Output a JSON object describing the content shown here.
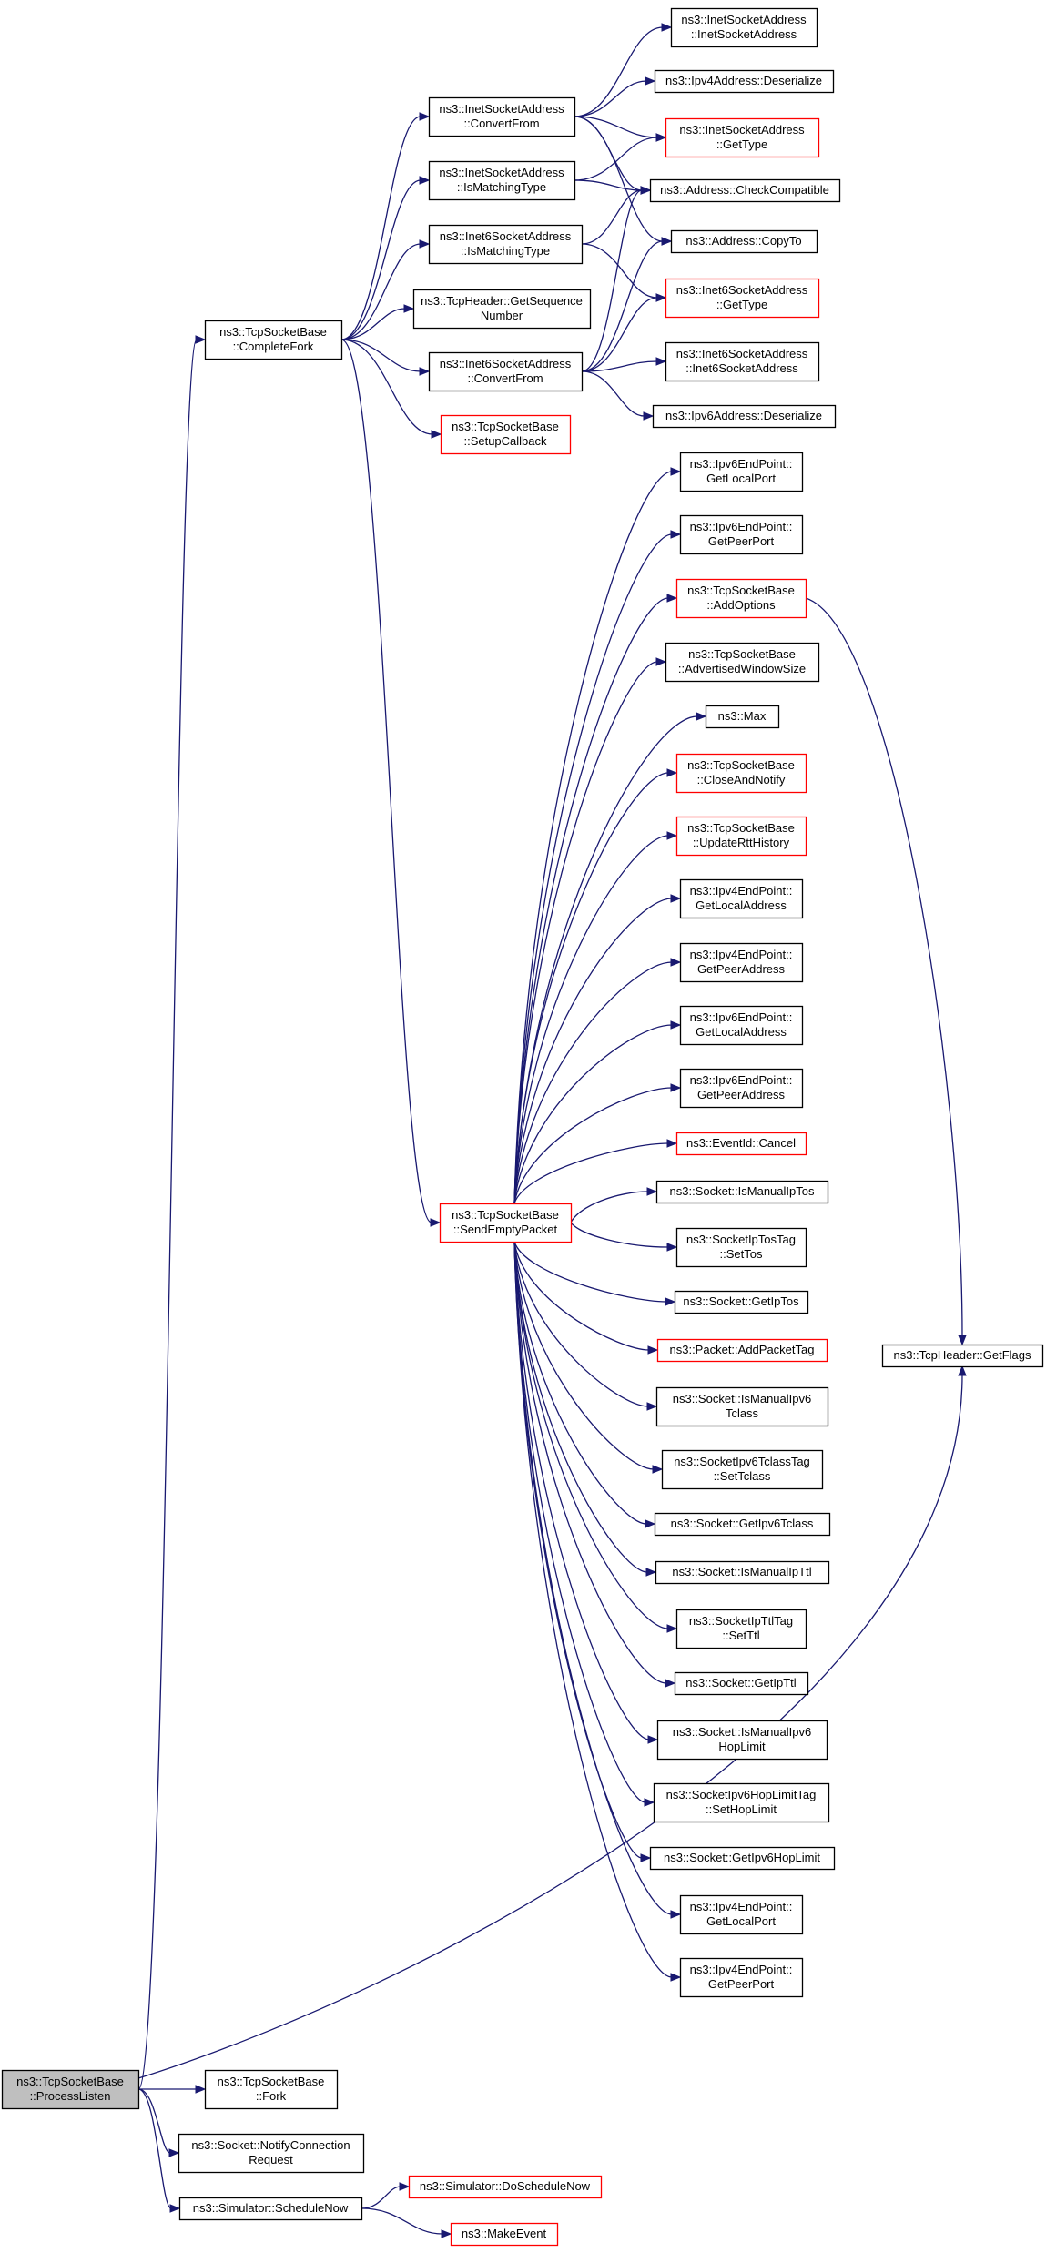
{
  "colors": {
    "edge": "#191970",
    "node_border": "#000000",
    "node_border_undocumented": "#ff0000",
    "node_fill": "#ffffff",
    "root_fill": "#bfbfbf"
  },
  "nodes": [
    {
      "id": "process_listen",
      "lines": [
        "ns3::TcpSocketBase",
        "::ProcessListen"
      ],
      "style": "root",
      "interactable": true
    },
    {
      "id": "complete_fork",
      "lines": [
        "ns3::TcpSocketBase",
        "::CompleteFork"
      ],
      "style": "normal",
      "interactable": true
    },
    {
      "id": "fork",
      "lines": [
        "ns3::TcpSocketBase",
        "::Fork"
      ],
      "style": "normal",
      "interactable": true
    },
    {
      "id": "notify_connection_request",
      "lines": [
        "ns3::Socket::NotifyConnection",
        "Request"
      ],
      "style": "normal",
      "interactable": true
    },
    {
      "id": "schedule_now",
      "lines": [
        "ns3::Simulator::ScheduleNow"
      ],
      "style": "normal",
      "interactable": true
    },
    {
      "id": "do_schedule_now",
      "lines": [
        "ns3::Simulator::DoScheduleNow"
      ],
      "style": "red",
      "interactable": true
    },
    {
      "id": "make_event",
      "lines": [
        "ns3::MakeEvent"
      ],
      "style": "red",
      "interactable": true
    },
    {
      "id": "get_flags",
      "lines": [
        "ns3::TcpHeader::GetFlags"
      ],
      "style": "normal",
      "interactable": true
    },
    {
      "id": "inet_convert_from",
      "lines": [
        "ns3::InetSocketAddress",
        "::ConvertFrom"
      ],
      "style": "normal",
      "interactable": true
    },
    {
      "id": "inet_is_matching",
      "lines": [
        "ns3::InetSocketAddress",
        "::IsMatchingType"
      ],
      "style": "normal",
      "interactable": true
    },
    {
      "id": "inet6_is_matching",
      "lines": [
        "ns3::Inet6SocketAddress",
        "::IsMatchingType"
      ],
      "style": "normal",
      "interactable": true
    },
    {
      "id": "get_sequence_number",
      "lines": [
        "ns3::TcpHeader::GetSequence",
        "Number"
      ],
      "style": "normal",
      "interactable": true
    },
    {
      "id": "inet6_convert_from",
      "lines": [
        "ns3::Inet6SocketAddress",
        "::ConvertFrom"
      ],
      "style": "normal",
      "interactable": true
    },
    {
      "id": "setup_callback",
      "lines": [
        "ns3::TcpSocketBase",
        "::SetupCallback"
      ],
      "style": "red",
      "interactable": true
    },
    {
      "id": "send_empty_packet",
      "lines": [
        "ns3::TcpSocketBase",
        "::SendEmptyPacket"
      ],
      "style": "red",
      "interactable": true
    },
    {
      "id": "inet_ctor",
      "lines": [
        "ns3::InetSocketAddress",
        "::InetSocketAddress"
      ],
      "style": "normal",
      "interactable": true
    },
    {
      "id": "ipv4_deserialize",
      "lines": [
        "ns3::Ipv4Address::Deserialize"
      ],
      "style": "normal",
      "interactable": true
    },
    {
      "id": "inet_get_type",
      "lines": [
        "ns3::InetSocketAddress",
        "::GetType"
      ],
      "style": "red",
      "interactable": true
    },
    {
      "id": "check_compatible",
      "lines": [
        "ns3::Address::CheckCompatible"
      ],
      "style": "normal",
      "interactable": true
    },
    {
      "id": "copy_to",
      "lines": [
        "ns3::Address::CopyTo"
      ],
      "style": "normal",
      "interactable": true
    },
    {
      "id": "inet6_get_type",
      "lines": [
        "ns3::Inet6SocketAddress",
        "::GetType"
      ],
      "style": "red",
      "interactable": true
    },
    {
      "id": "inet6_ctor",
      "lines": [
        "ns3::Inet6SocketAddress",
        "::Inet6SocketAddress"
      ],
      "style": "normal",
      "interactable": true
    },
    {
      "id": "ipv6_deserialize",
      "lines": [
        "ns3::Ipv6Address::Deserialize"
      ],
      "style": "normal",
      "interactable": true
    },
    {
      "id": "ipv6ep_get_local_port",
      "lines": [
        "ns3::Ipv6EndPoint::",
        "GetLocalPort"
      ],
      "style": "normal",
      "interactable": true
    },
    {
      "id": "ipv6ep_get_peer_port",
      "lines": [
        "ns3::Ipv6EndPoint::",
        "GetPeerPort"
      ],
      "style": "normal",
      "interactable": true
    },
    {
      "id": "add_options",
      "lines": [
        "ns3::TcpSocketBase",
        "::AddOptions"
      ],
      "style": "red",
      "interactable": true
    },
    {
      "id": "advertised_window_size",
      "lines": [
        "ns3::TcpSocketBase",
        "::AdvertisedWindowSize"
      ],
      "style": "normal",
      "interactable": true
    },
    {
      "id": "max",
      "lines": [
        "ns3::Max"
      ],
      "style": "normal",
      "interactable": true
    },
    {
      "id": "close_and_notify",
      "lines": [
        "ns3::TcpSocketBase",
        "::CloseAndNotify"
      ],
      "style": "red",
      "interactable": true
    },
    {
      "id": "update_rtt_history",
      "lines": [
        "ns3::TcpSocketBase",
        "::UpdateRttHistory"
      ],
      "style": "red",
      "interactable": true
    },
    {
      "id": "ipv4ep_get_local_address",
      "lines": [
        "ns3::Ipv4EndPoint::",
        "GetLocalAddress"
      ],
      "style": "normal",
      "interactable": true
    },
    {
      "id": "ipv4ep_get_peer_address",
      "lines": [
        "ns3::Ipv4EndPoint::",
        "GetPeerAddress"
      ],
      "style": "normal",
      "interactable": true
    },
    {
      "id": "ipv6ep_get_local_address",
      "lines": [
        "ns3::Ipv6EndPoint::",
        "GetLocalAddress"
      ],
      "style": "normal",
      "interactable": true
    },
    {
      "id": "ipv6ep_get_peer_address",
      "lines": [
        "ns3::Ipv6EndPoint::",
        "GetPeerAddress"
      ],
      "style": "normal",
      "interactable": true
    },
    {
      "id": "event_cancel",
      "lines": [
        "ns3::EventId::Cancel"
      ],
      "style": "red",
      "interactable": true
    },
    {
      "id": "is_manual_ip_tos",
      "lines": [
        "ns3::Socket::IsManualIpTos"
      ],
      "style": "normal",
      "interactable": true
    },
    {
      "id": "ip_tos_set_tos",
      "lines": [
        "ns3::SocketIpTosTag",
        "::SetTos"
      ],
      "style": "normal",
      "interactable": true
    },
    {
      "id": "get_ip_tos",
      "lines": [
        "ns3::Socket::GetIpTos"
      ],
      "style": "normal",
      "interactable": true
    },
    {
      "id": "add_packet_tag",
      "lines": [
        "ns3::Packet::AddPacketTag"
      ],
      "style": "red",
      "interactable": true
    },
    {
      "id": "is_manual_ipv6_tclass",
      "lines": [
        "ns3::Socket::IsManualIpv6",
        "Tclass"
      ],
      "style": "normal",
      "interactable": true
    },
    {
      "id": "ipv6_tclass_set",
      "lines": [
        "ns3::SocketIpv6TclassTag",
        "::SetTclass"
      ],
      "style": "normal",
      "interactable": true
    },
    {
      "id": "get_ipv6_tclass",
      "lines": [
        "ns3::Socket::GetIpv6Tclass"
      ],
      "style": "normal",
      "interactable": true
    },
    {
      "id": "is_manual_ip_ttl",
      "lines": [
        "ns3::Socket::IsManualIpTtl"
      ],
      "style": "normal",
      "interactable": true
    },
    {
      "id": "ip_ttl_set_ttl",
      "lines": [
        "ns3::SocketIpTtlTag",
        "::SetTtl"
      ],
      "style": "normal",
      "interactable": true
    },
    {
      "id": "get_ip_ttl",
      "lines": [
        "ns3::Socket::GetIpTtl"
      ],
      "style": "normal",
      "interactable": true
    },
    {
      "id": "is_manual_ipv6_hoplimit",
      "lines": [
        "ns3::Socket::IsManualIpv6",
        "HopLimit"
      ],
      "style": "normal",
      "interactable": true
    },
    {
      "id": "ipv6_hoplimit_set",
      "lines": [
        "ns3::SocketIpv6HopLimitTag",
        "::SetHopLimit"
      ],
      "style": "normal",
      "interactable": true
    },
    {
      "id": "get_ipv6_hoplimit",
      "lines": [
        "ns3::Socket::GetIpv6HopLimit"
      ],
      "style": "normal",
      "interactable": true
    },
    {
      "id": "ipv4ep_get_local_port",
      "lines": [
        "ns3::Ipv4EndPoint::",
        "GetLocalPort"
      ],
      "style": "normal",
      "interactable": true
    },
    {
      "id": "ipv4ep_get_peer_port",
      "lines": [
        "ns3::Ipv4EndPoint::",
        "GetPeerPort"
      ],
      "style": "normal",
      "interactable": true
    }
  ],
  "edges": [
    [
      "process_listen",
      "complete_fork"
    ],
    [
      "process_listen",
      "fork"
    ],
    [
      "process_listen",
      "notify_connection_request"
    ],
    [
      "process_listen",
      "schedule_now"
    ],
    [
      "process_listen",
      "get_flags"
    ],
    [
      "schedule_now",
      "do_schedule_now"
    ],
    [
      "schedule_now",
      "make_event"
    ],
    [
      "complete_fork",
      "inet_convert_from"
    ],
    [
      "complete_fork",
      "inet_is_matching"
    ],
    [
      "complete_fork",
      "inet6_is_matching"
    ],
    [
      "complete_fork",
      "get_sequence_number"
    ],
    [
      "complete_fork",
      "inet6_convert_from"
    ],
    [
      "complete_fork",
      "setup_callback"
    ],
    [
      "complete_fork",
      "send_empty_packet"
    ],
    [
      "inet_convert_from",
      "inet_ctor"
    ],
    [
      "inet_convert_from",
      "ipv4_deserialize"
    ],
    [
      "inet_convert_from",
      "inet_get_type"
    ],
    [
      "inet_convert_from",
      "check_compatible"
    ],
    [
      "inet_convert_from",
      "copy_to"
    ],
    [
      "inet_is_matching",
      "inet_get_type"
    ],
    [
      "inet_is_matching",
      "check_compatible"
    ],
    [
      "inet6_is_matching",
      "check_compatible"
    ],
    [
      "inet6_is_matching",
      "inet6_get_type"
    ],
    [
      "inet6_convert_from",
      "check_compatible"
    ],
    [
      "inet6_convert_from",
      "copy_to"
    ],
    [
      "inet6_convert_from",
      "inet6_get_type"
    ],
    [
      "inet6_convert_from",
      "inet6_ctor"
    ],
    [
      "inet6_convert_from",
      "ipv6_deserialize"
    ],
    [
      "add_options",
      "get_flags"
    ],
    [
      "send_empty_packet",
      "ipv6ep_get_local_port"
    ],
    [
      "send_empty_packet",
      "ipv6ep_get_peer_port"
    ],
    [
      "send_empty_packet",
      "add_options"
    ],
    [
      "send_empty_packet",
      "advertised_window_size"
    ],
    [
      "send_empty_packet",
      "max"
    ],
    [
      "send_empty_packet",
      "close_and_notify"
    ],
    [
      "send_empty_packet",
      "update_rtt_history"
    ],
    [
      "send_empty_packet",
      "ipv4ep_get_local_address"
    ],
    [
      "send_empty_packet",
      "ipv4ep_get_peer_address"
    ],
    [
      "send_empty_packet",
      "ipv6ep_get_local_address"
    ],
    [
      "send_empty_packet",
      "ipv6ep_get_peer_address"
    ],
    [
      "send_empty_packet",
      "event_cancel"
    ],
    [
      "send_empty_packet",
      "is_manual_ip_tos"
    ],
    [
      "send_empty_packet",
      "ip_tos_set_tos"
    ],
    [
      "send_empty_packet",
      "get_ip_tos"
    ],
    [
      "send_empty_packet",
      "add_packet_tag"
    ],
    [
      "send_empty_packet",
      "is_manual_ipv6_tclass"
    ],
    [
      "send_empty_packet",
      "ipv6_tclass_set"
    ],
    [
      "send_empty_packet",
      "get_ipv6_tclass"
    ],
    [
      "send_empty_packet",
      "is_manual_ip_ttl"
    ],
    [
      "send_empty_packet",
      "ip_ttl_set_ttl"
    ],
    [
      "send_empty_packet",
      "get_ip_ttl"
    ],
    [
      "send_empty_packet",
      "is_manual_ipv6_hoplimit"
    ],
    [
      "send_empty_packet",
      "ipv6_hoplimit_set"
    ],
    [
      "send_empty_packet",
      "get_ipv6_hoplimit"
    ],
    [
      "send_empty_packet",
      "ipv4ep_get_local_port"
    ],
    [
      "send_empty_packet",
      "ipv4ep_get_peer_port"
    ]
  ]
}
